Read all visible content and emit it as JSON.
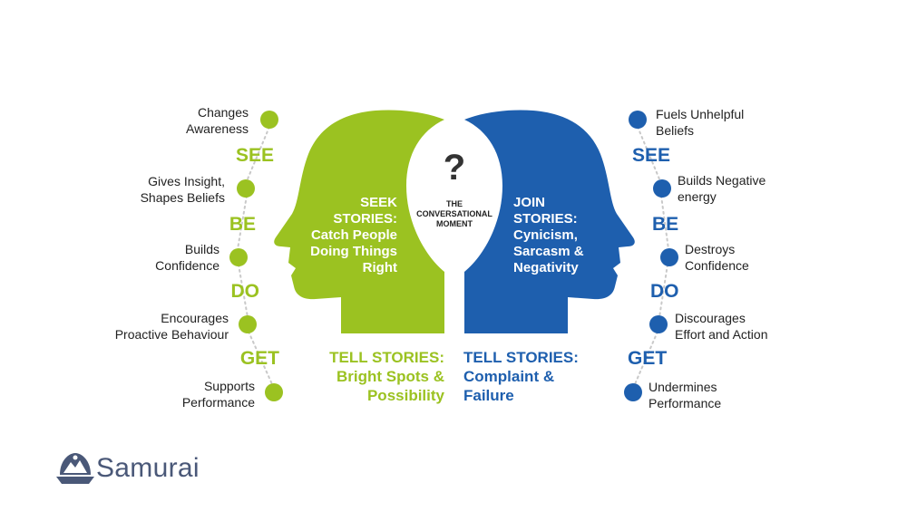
{
  "colors": {
    "green": "#9bc221",
    "blue": "#1e5fae",
    "text": "#222222",
    "dots": "#c9c9c9",
    "brand": "#4a5878"
  },
  "center": {
    "symbol": "?",
    "line1": "THE",
    "line2": "CONVERSATIONAL",
    "line3": "MOMENT"
  },
  "left_head": {
    "line1": "SEEK",
    "line2": "STORIES:",
    "line3": "Catch People",
    "line4": "Doing Things",
    "line5": "Right"
  },
  "right_head": {
    "line1": "JOIN",
    "line2": "STORIES:",
    "line3": "Cynicism,",
    "line4": "Sarcasm &",
    "line5": "Negativity"
  },
  "left_tell": {
    "line1": "TELL STORIES:",
    "line2": "Bright Spots &",
    "line3": "Possibility"
  },
  "right_tell": {
    "line1": "TELL STORIES:",
    "line2": "Complaint &",
    "line3": "Failure"
  },
  "stages": {
    "see": "SEE",
    "be": "BE",
    "do": "DO",
    "get": "GET"
  },
  "left_items": [
    {
      "line1": "Changes",
      "line2": "Awareness"
    },
    {
      "line1": "Gives Insight,",
      "line2": "Shapes Beliefs"
    },
    {
      "line1": "Builds",
      "line2": "Confidence"
    },
    {
      "line1": "Encourages",
      "line2": "Proactive Behaviour"
    },
    {
      "line1": "Supports",
      "line2": "Performance"
    }
  ],
  "right_items": [
    {
      "line1": "Fuels Unhelpful",
      "line2": "Beliefs"
    },
    {
      "line1": "Builds Negative",
      "line2": "energy"
    },
    {
      "line1": "Destroys",
      "line2": "Confidence"
    },
    {
      "line1": "Discourages",
      "line2": "Effort and Action"
    },
    {
      "line1": "Undermines",
      "line2": "Performance"
    }
  ],
  "brand": {
    "name": "Samurai",
    "logo_icon": "samurai-helmet-icon"
  }
}
